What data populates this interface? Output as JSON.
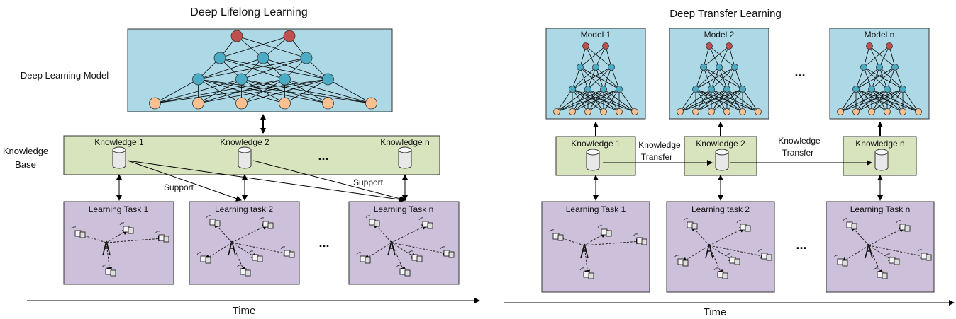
{
  "left": {
    "title": "Deep Lifelong Learning",
    "model_label": "Deep Learning Model",
    "kb_label_line1": "Knowledge",
    "kb_label_line2": "Base",
    "knowledge": [
      "Knowledge 1",
      "Knowledge 2",
      "Knowledge n"
    ],
    "kb_ellipsis": "...",
    "support_labels": [
      "Support",
      "Support"
    ],
    "tasks": [
      "Learning Task 1",
      "Learning task 2",
      "Learning Task n"
    ],
    "task_ellipsis": "...",
    "axis_label": "Time"
  },
  "right": {
    "title": "Deep Transfer Learning",
    "models": [
      "Model 1",
      "Model 2",
      "Model n"
    ],
    "model_ellipsis": "...",
    "knowledge": [
      "Knowledge 1",
      "Knowledge 2",
      "Knowledge n"
    ],
    "transfer_labels": [
      {
        "line1": "Knowledge",
        "line2": "Transfer"
      },
      {
        "line1": "Knowledge",
        "line2": "Transfer"
      }
    ],
    "tasks": [
      "Learning Task 1",
      "Learning task 2",
      "Learning Task n"
    ],
    "task_ellipsis": "...",
    "axis_label": "Time"
  },
  "colors": {
    "model_bg": "#add8e6",
    "kb_bg": "#d7e4bd",
    "task_bg": "#ccc0da",
    "output_node": "#c0504d",
    "hidden_node": "#4bacc6",
    "input_node": "#fac090"
  }
}
